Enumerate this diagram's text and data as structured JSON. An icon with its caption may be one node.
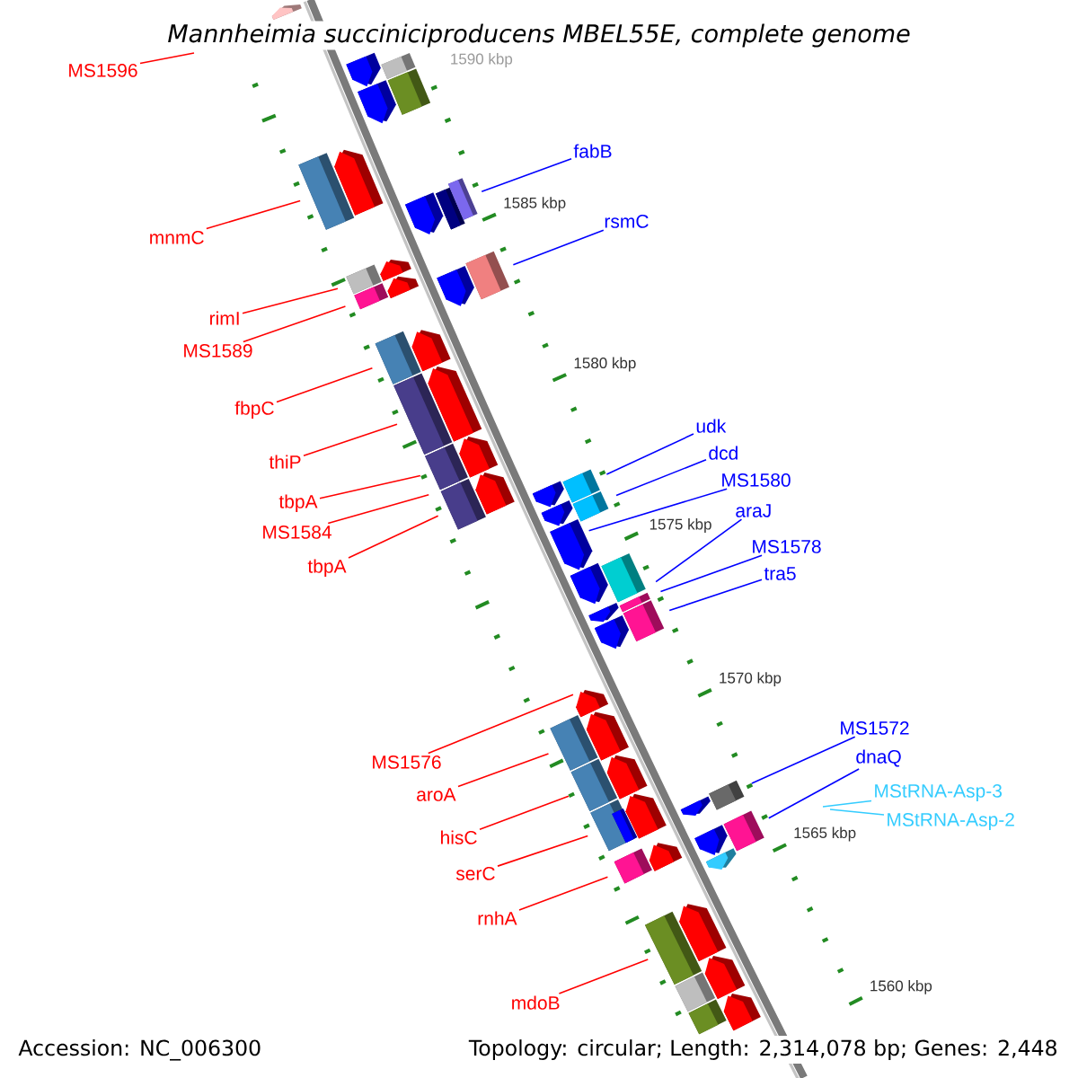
{
  "diagram": {
    "title": "Mannheimia succiniciproducens MBEL55E, complete genome",
    "nodes": [
      {
        "text": [
          "MS1596"
        ]
      },
      {
        "text": [
          "mnmC"
        ]
      },
      {
        "text": [
          "rimI"
        ]
      },
      {
        "text": [
          "MS1589"
        ]
      },
      {
        "text": [
          "fbpC"
        ]
      },
      {
        "text": [
          "thiP"
        ]
      },
      {
        "text": [
          "tbpA"
        ]
      },
      {
        "text": [
          "MS1584"
        ]
      },
      {
        "text": [
          "tbpA"
        ]
      },
      {
        "text": [
          "MS1576"
        ]
      },
      {
        "text": [
          "aroA"
        ]
      },
      {
        "text": [
          "hisC"
        ]
      },
      {
        "text": [
          "serC"
        ]
      },
      {
        "text": [
          "rnhA"
        ]
      },
      {
        "text": [
          "mdoB"
        ]
      },
      {
        "text": [
          "fabB"
        ]
      },
      {
        "text": [
          "rsmC"
        ]
      },
      {
        "text": [
          "udk"
        ]
      },
      {
        "text": [
          "dcd"
        ]
      },
      {
        "text": [
          "MS1580"
        ]
      },
      {
        "text": [
          "araJ"
        ]
      },
      {
        "text": [
          "MS1578"
        ]
      },
      {
        "text": [
          "tra5"
        ]
      },
      {
        "text": [
          "MS1572"
        ]
      },
      {
        "text": [
          "dnaQ"
        ]
      },
      {
        "text": [
          "MStRNA-Asp-3"
        ]
      },
      {
        "text": [
          "MStRNA-Asp-2"
        ]
      },
      {
        "text": [],
        "shape": "arrow"
      },
      {
        "text": [],
        "shape": "box"
      },
      {
        "text": [],
        "shape": "arrow"
      },
      {
        "text": [],
        "shape": "box"
      },
      {
        "text": [],
        "shape": "arrow"
      },
      {
        "text": [],
        "shape": "box"
      },
      {
        "text": [],
        "shape": "arrow"
      },
      {
        "text": [],
        "shape": "box"
      },
      {
        "text": [],
        "shape": "arrow"
      },
      {
        "text": [],
        "shape": "box"
      },
      {
        "text": [],
        "shape": "arrow"
      },
      {
        "text": [],
        "shape": "box"
      },
      {
        "text": [],
        "shape": "arrow"
      },
      {
        "text": [],
        "shape": "box"
      },
      {
        "text": [],
        "shape": "arrow"
      },
      {
        "text": [],
        "shape": "arrow"
      },
      {
        "text": [],
        "shape": "box"
      },
      {
        "text": [],
        "shape": "arrow"
      },
      {
        "text": [],
        "shape": "box"
      },
      {
        "text": [],
        "shape": "arrow"
      },
      {
        "text": [],
        "shape": "box"
      },
      {
        "text": [],
        "shape": "arrow"
      },
      {
        "text": [],
        "shape": "box"
      },
      {
        "text": [],
        "shape": "arrow"
      },
      {
        "text": [],
        "shape": "box"
      },
      {
        "text": [],
        "shape": "arrow"
      },
      {
        "text": [],
        "shape": "box"
      },
      {
        "text": [],
        "shape": "arrow"
      },
      {
        "text": [],
        "shape": "box"
      },
      {
        "text": [],
        "shape": "arrow"
      },
      {
        "text": [],
        "shape": "arrow"
      },
      {
        "text": [],
        "shape": "box"
      },
      {
        "text": [],
        "shape": "arrow"
      },
      {
        "text": [],
        "shape": "box"
      },
      {
        "text": [],
        "shape": "arrow"
      },
      {
        "text": [],
        "shape": "box"
      },
      {
        "text": [],
        "shape": "box"
      },
      {
        "text": [],
        "shape": "arrow"
      },
      {
        "text": [],
        "shape": "box"
      },
      {
        "text": [],
        "shape": "arrow"
      },
      {
        "text": [],
        "shape": "box"
      },
      {
        "text": [],
        "shape": "arrow"
      },
      {
        "text": [],
        "shape": "box"
      },
      {
        "text": [],
        "shape": "arrow"
      },
      {
        "text": [],
        "shape": "arrow"
      },
      {
        "text": [],
        "shape": "box"
      },
      {
        "text": [],
        "shape": "arrow"
      },
      {
        "text": [],
        "shape": "box"
      },
      {
        "text": [],
        "shape": "arrow"
      },
      {
        "text": [],
        "shape": "box"
      },
      {
        "text": [],
        "shape": "box"
      },
      {
        "text": [],
        "shape": "arrow"
      },
      {
        "text": [],
        "shape": "arrow"
      },
      {
        "text": [],
        "shape": "box"
      },
      {
        "text": [],
        "shape": "arrow"
      }
    ],
    "edges": [
      {
        "from": 0,
        "to": null,
        "arrow": "none"
      },
      {
        "from": 1,
        "to": 28,
        "arrow": "none"
      },
      {
        "from": 2,
        "to": 30,
        "arrow": "none"
      },
      {
        "from": 3,
        "to": 32,
        "arrow": "none"
      },
      {
        "from": 4,
        "to": 34,
        "arrow": "none"
      },
      {
        "from": 5,
        "to": 36,
        "arrow": "none"
      },
      {
        "from": 6,
        "to": 38,
        "arrow": "none"
      },
      {
        "from": 7,
        "to": 40,
        "arrow": "none"
      },
      {
        "from": 8,
        "to": 40,
        "arrow": "none"
      },
      {
        "from": 9,
        "to": 42,
        "arrow": "none"
      },
      {
        "from": 10,
        "to": 43,
        "arrow": "none"
      },
      {
        "from": 11,
        "to": 45,
        "arrow": "none"
      },
      {
        "from": 12,
        "to": 47,
        "arrow": "none"
      },
      {
        "from": 13,
        "to": 49,
        "arrow": "none"
      },
      {
        "from": 14,
        "to": 51,
        "arrow": "none"
      },
      {
        "from": 15,
        "to": 63,
        "arrow": "none",
        "color": "#0000ff"
      },
      {
        "from": 16,
        "to": 65,
        "arrow": "none",
        "color": "#0000ff"
      },
      {
        "from": 17,
        "to": 67,
        "arrow": "none",
        "color": "#0000ff"
      },
      {
        "from": 18,
        "to": 69,
        "arrow": "none",
        "color": "#0000ff"
      },
      {
        "from": 19,
        "to": 70,
        "arrow": "none",
        "color": "#0000ff"
      },
      {
        "from": 20,
        "to": 72,
        "arrow": "none",
        "color": "#0000ff"
      },
      {
        "from": 21,
        "to": 74,
        "arrow": "none",
        "color": "#0000ff"
      },
      {
        "from": 22,
        "to": 76,
        "arrow": "none",
        "color": "#0000ff"
      },
      {
        "from": 23,
        "to": 77,
        "arrow": "none",
        "color": "#0000ff"
      },
      {
        "from": 24,
        "to": 80,
        "arrow": "none",
        "color": "#0000ff"
      },
      {
        "from": 25,
        "to": null,
        "arrow": "none",
        "color": "#33ccff"
      },
      {
        "from": 26,
        "to": null,
        "arrow": "none",
        "color": "#33ccff"
      }
    ],
    "labels": [
      "1590 kbp",
      "1585 kbp",
      "1580 kbp",
      "1575 kbp",
      "1570 kbp",
      "1565 kbp",
      "1560 kbp",
      "Accession: NC_006300",
      "Topology: circular; Length: 2,314,078 bp; Genes: 2,448"
    ]
  }
}
